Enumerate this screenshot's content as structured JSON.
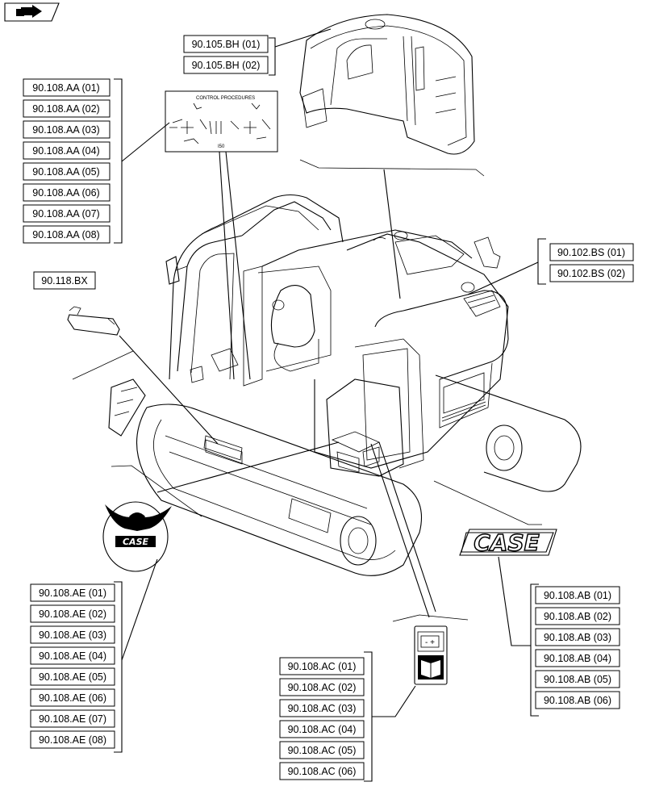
{
  "nav": {
    "icon": "arrow-nav-icon"
  },
  "groups": {
    "bh": [
      "90.105.BH (01)",
      "90.105.BH (02)"
    ],
    "aa": [
      "90.108.AA (01)",
      "90.108.AA (02)",
      "90.108.AA (03)",
      "90.108.AA (04)",
      "90.108.AA (05)",
      "90.108.AA (06)",
      "90.108.AA (07)",
      "90.108.AA (08)"
    ],
    "bx": [
      "90.118.BX"
    ],
    "bs": [
      "90.102.BS (01)",
      "90.102.BS (02)"
    ],
    "ae": [
      "90.108.AE (01)",
      "90.108.AE (02)",
      "90.108.AE (03)",
      "90.108.AE (04)",
      "90.108.AE (05)",
      "90.108.AE (06)",
      "90.108.AE (07)",
      "90.108.AE (08)"
    ],
    "ab": [
      "90.108.AB (01)",
      "90.108.AB (02)",
      "90.108.AB (03)",
      "90.108.AB (04)",
      "90.108.AB (05)",
      "90.108.AB (06)"
    ],
    "ac": [
      "90.108.AC (01)",
      "90.108.AC (02)",
      "90.108.AC (03)",
      "90.108.AC (04)",
      "90.108.AC (05)",
      "90.108.AC (06)"
    ]
  },
  "decals": {
    "control_title": "CONTROL PROCEDURES",
    "control_code": "I50",
    "case_badge": "CASE",
    "case_logo": "CASE"
  }
}
